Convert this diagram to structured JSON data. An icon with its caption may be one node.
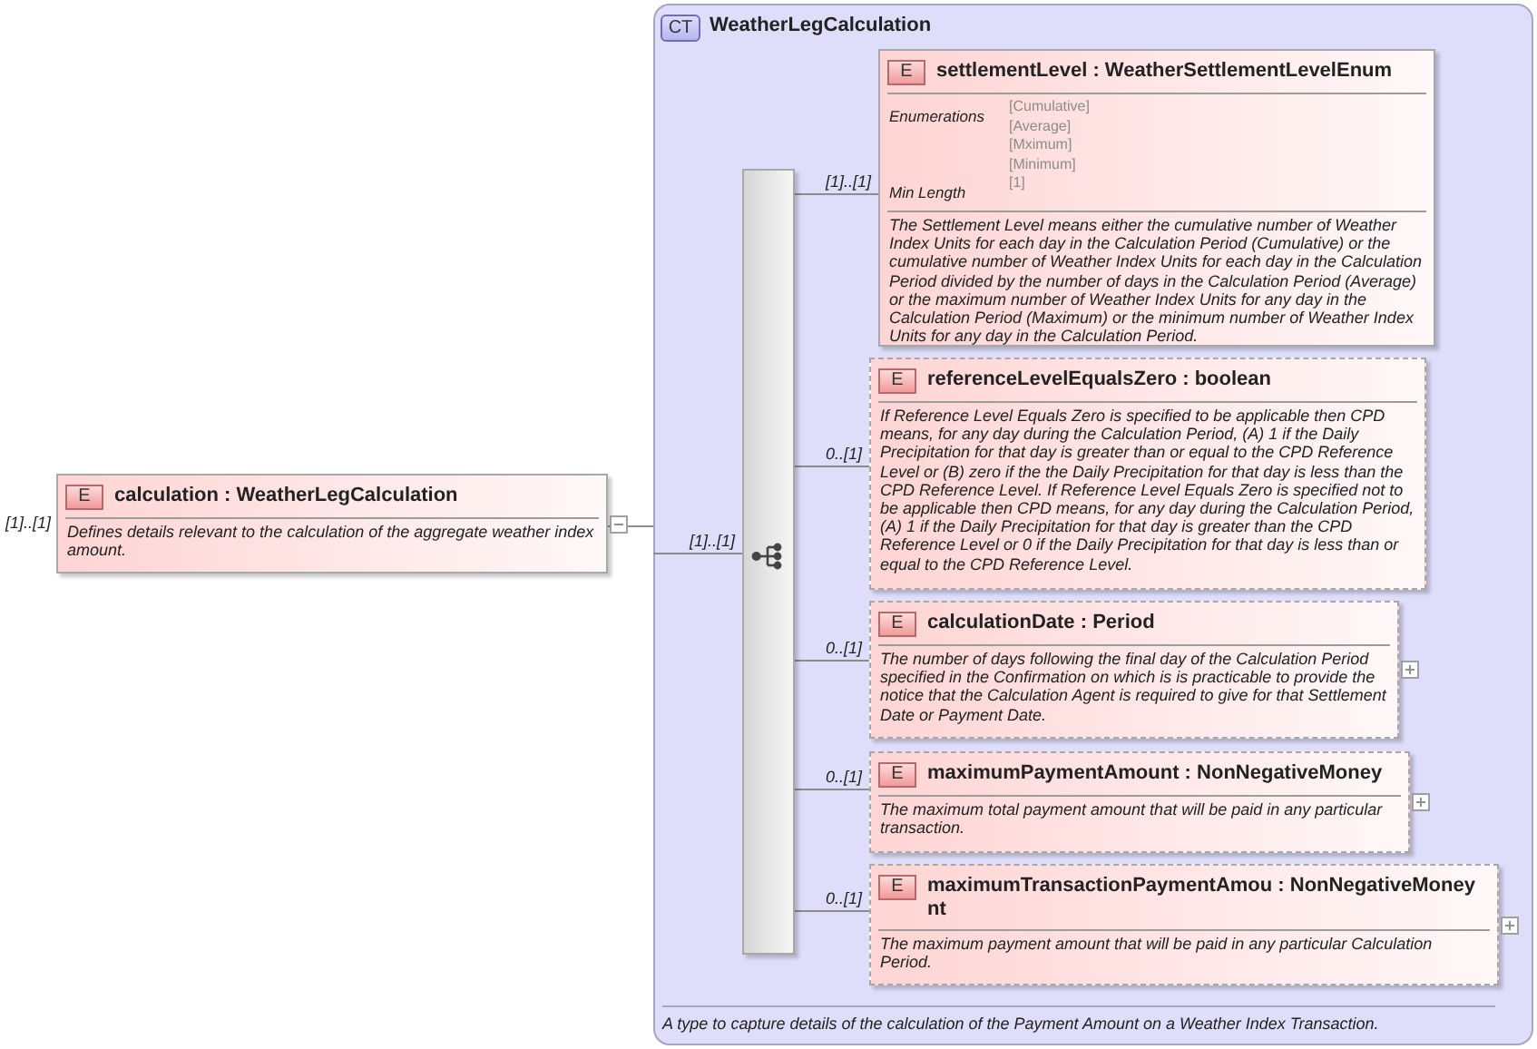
{
  "diagram": {
    "nodes": [
      {
        "text": [
          "E",
          "calculation : WeatherLegCalculation",
          "Defines details relevant to the calculation of the aggregate weather index amount."
        ],
        "beside": [
          "[1]..[1]"
        ]
      },
      {
        "text": [
          "CT",
          "WeatherLegCalculation",
          "A type to capture details of the calculation of the Payment Amount on a Weather Index Transaction."
        ]
      },
      {
        "text": [],
        "shape": "bar",
        "in": 1
      },
      {
        "text": [
          "E",
          "settlementLevel : WeatherSettlementLevelEnum",
          "Enumerations",
          "[Cumulative]",
          "[Average]",
          "[Mximum]",
          "[Minimum]",
          "Min Length",
          "[1]",
          "The Settlement Level means either the cumulative number of Weather Index Units for each day in the Calculation Period (Cumulative) or the cumulative number of Weather Index Units for each day in the Calculation Period divided by the number of days in the Calculation Period (Average) or the maximum number of Weather Index Units for any day in the Calculation Period (Maximum) or the minimum number of Weather Index Units for any day in the Calculation Period."
        ],
        "in": 1
      },
      {
        "text": [
          "E",
          "referenceLevelEqualsZero : boolean",
          "If Reference Level Equals Zero is specified to be applicable then CPD means, for any day during the Calculation Period, (A) 1 if the Daily Precipitation for that day is greater than or equal to the CPD Reference Level or (B) zero if the the Daily Precipitation for that day is less than the CPD Reference Level. If Reference Level Equals Zero is specified not to be applicable then CPD means, for any day during the Calculation Period, (A) 1 if the Daily Precipitation for that day is greater than the CPD Reference Level or 0 if the Daily Precipitation for that day is less than or equal to the CPD Reference Level."
        ],
        "in": 1
      },
      {
        "text": [
          "E",
          "calculationDate : Period",
          "The number of days following the final day of the Calculation Period specified in the Confirmation on which is is practicable to provide the notice that the Calculation Agent is required to give for that Settlement Date or Payment Date."
        ],
        "in": 1
      },
      {
        "text": [
          "E",
          "maximumPaymentAmount : NonNegativeMoney",
          "The maximum total payment amount that will be paid in any particular transaction."
        ],
        "in": 1
      },
      {
        "text": [
          "E",
          "maximumTransactionPaymentAmou : NonNegativeMoney nt",
          "The maximum payment amount that will be paid in any particular Calculation Period."
        ],
        "in": 1
      }
    ],
    "edges": [
      {
        "from": 0,
        "to": 1,
        "arrow": "none"
      },
      {
        "from": 1,
        "to": 2,
        "arrow": "none",
        "label": "[1]..[1]"
      },
      {
        "from": 2,
        "to": 3,
        "arrow": "none",
        "label": "[1]..[1]"
      },
      {
        "from": 2,
        "to": 4,
        "arrow": "none",
        "label": "0..[1]"
      },
      {
        "from": 2,
        "to": 5,
        "arrow": "none",
        "label": "0..[1]"
      },
      {
        "from": 2,
        "to": 6,
        "arrow": "none",
        "label": "0..[1]"
      },
      {
        "from": 2,
        "to": 7,
        "arrow": "none",
        "label": "0..[1]"
      }
    ]
  }
}
